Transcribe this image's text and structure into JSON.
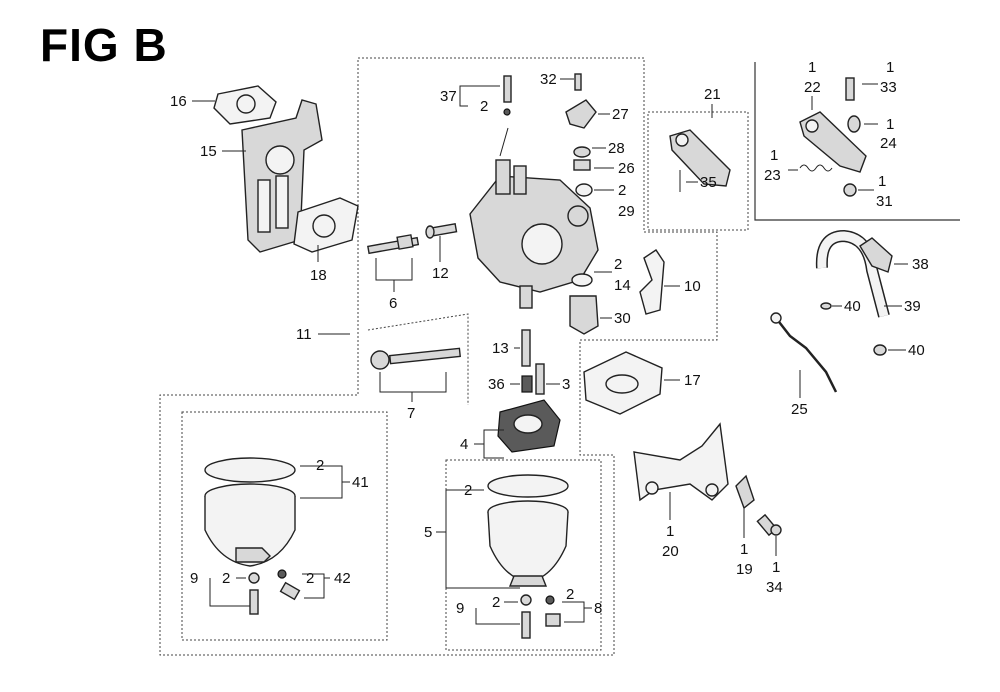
{
  "figure": {
    "title": "FIG B",
    "callouts": {
      "c16": "16",
      "c15": "15",
      "c18": "18",
      "c11": "11",
      "c37": "37",
      "c37q": "2",
      "c32": "32",
      "c27": "27",
      "c28": "28",
      "c26": "26",
      "c29q": "2",
      "c29": "29",
      "c12": "12",
      "c6": "6",
      "c14q": "2",
      "c14": "14",
      "c10": "10",
      "c30": "30",
      "c13": "13",
      "c36": "36",
      "c3": "3",
      "c7": "7",
      "c4": "4",
      "c21": "21",
      "c35": "35",
      "c22q": "1",
      "c22": "22",
      "c33q": "1",
      "c33": "33",
      "c24q": "1",
      "c24": "24",
      "c23q": "1",
      "c23": "23",
      "c31q": "1",
      "c31": "31",
      "c38": "38",
      "c40a": "40",
      "c39": "39",
      "c40b": "40",
      "c25": "25",
      "c17": "17",
      "c41q": "2",
      "c41": "41",
      "c9aq": "2",
      "c9a": "9",
      "c42q": "2",
      "c42": "42",
      "c5": "5",
      "c5q": "2",
      "c9bq": "2",
      "c9b": "9",
      "c8q": "2",
      "c8": "8",
      "c20q": "1",
      "c20": "20",
      "c19q": "1",
      "c19": "19",
      "c34q": "1",
      "c34": "34"
    }
  }
}
